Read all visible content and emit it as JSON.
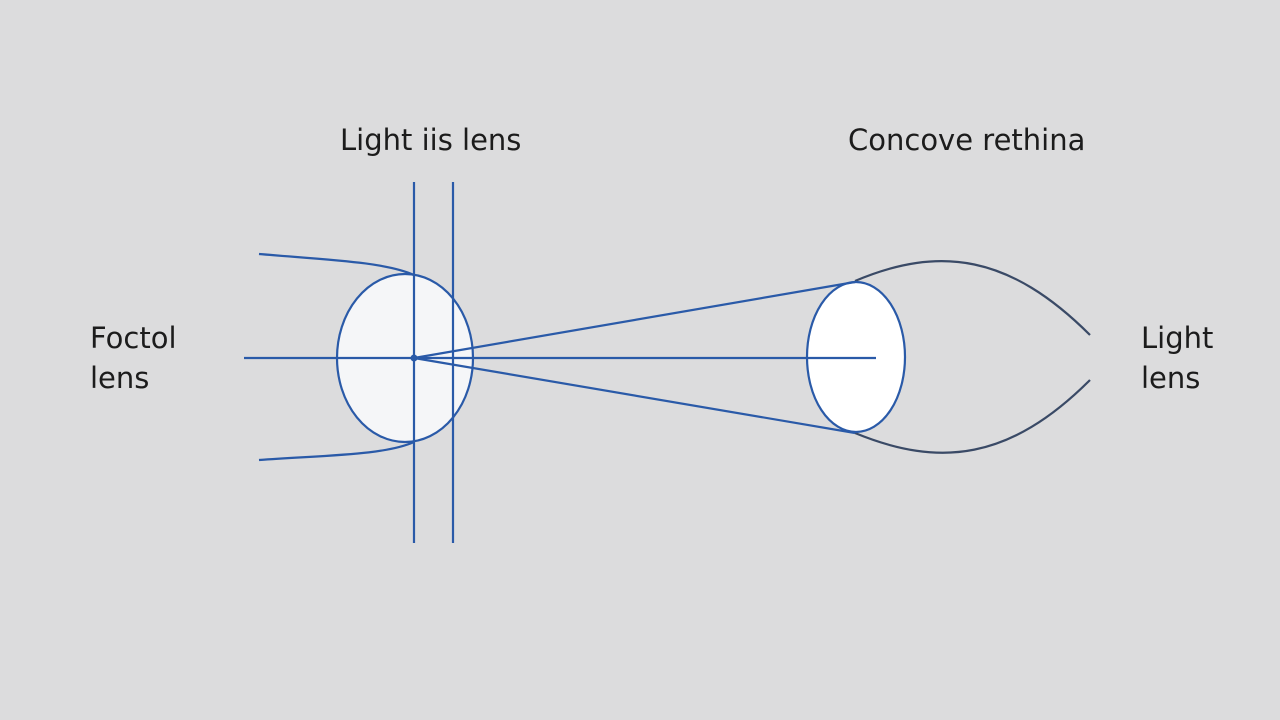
{
  "labels": {
    "top_left": "Light iis lens",
    "top_right": "Concove rethina",
    "left": {
      "line1": "Foctol",
      "line2": "lens"
    },
    "right": {
      "line1": "Light",
      "line2": "lens"
    }
  },
  "colors": {
    "background": "#dcdcdd",
    "ray": "#2a5aa8",
    "eye_outline": "#3a4a66",
    "lens_fill": "#f5f6f8",
    "text": "#1c1c1c"
  }
}
